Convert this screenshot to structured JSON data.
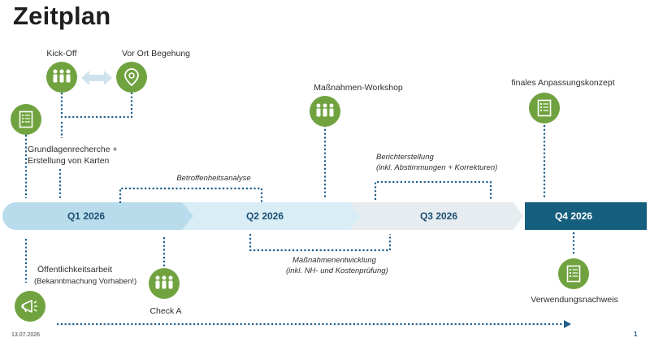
{
  "title": "Zeitplan",
  "quarters": [
    {
      "label": "Q1 2026",
      "fill": "#b9dcec",
      "text_color": "#1c4f73"
    },
    {
      "label": "Q2 2026",
      "fill": "#d9edf6",
      "text_color": "#1c4f73"
    },
    {
      "label": "Q3 2026",
      "fill": "#e6ecef",
      "text_color": "#1c4f73"
    },
    {
      "label": "Q4 2026",
      "fill": "#155e7e",
      "text_color": "#ffffff"
    }
  ],
  "milestones": {
    "kickoff": "Kick-Off",
    "vor_ort": "Vor Ort Begehung",
    "workshop": "Maßnahmen-Workshop",
    "konzept": "finales Anpassungskonzept",
    "grundlagen_1": "Grundlagenrecherche +",
    "grundlagen_2": "Erstellung von Karten",
    "oeffentlichkeit_1": "Öffentlichkeitsarbeit",
    "oeffentlichkeit_2": "(Bekanntmachung Vorhaben!)",
    "check": "Check A",
    "verwendung": "Verwendungsnachweis"
  },
  "phases": {
    "betroffenheit": "Betroffenheitsanalyse",
    "bericht_1": "Berichterstellung",
    "bericht_2": "(inkl. Abstimmungen + Korrekturen)",
    "massnahmen_1": "Maßnahmenentwicklung",
    "massnahmen_2": "(inkl. NH- und Kostenprüfung)"
  },
  "icons": [
    "group-icon",
    "location-pin-icon",
    "document-list-icon",
    "megaphone-icon",
    "double-arrow-icon"
  ],
  "colors": {
    "icon_green": "#70a33f",
    "dotted_line": "#1f5e8a",
    "arrow": "#cfe3ee"
  },
  "footer": {
    "date": "13.07.2026",
    "page": "1"
  }
}
